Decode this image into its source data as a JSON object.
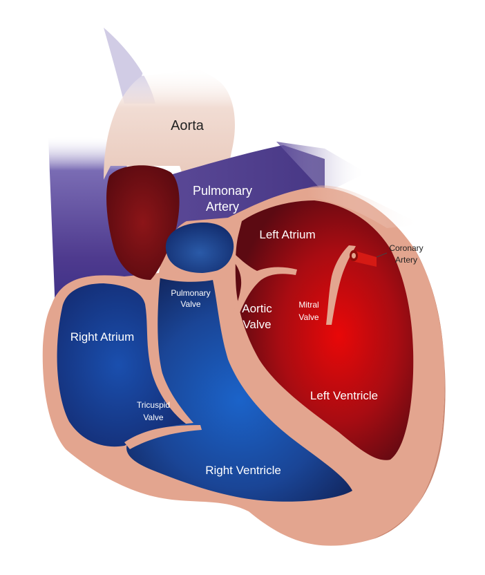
{
  "labels": {
    "aorta": "Aorta",
    "pulmonary_artery_line1": "Pulmonary",
    "pulmonary_artery_line2": "Artery",
    "left_atrium": "Left Atrium",
    "coronary_artery_line1": "Coronary",
    "coronary_artery_line2": "Artery",
    "pulmonary_valve_line1": "Pulmonary",
    "pulmonary_valve_line2": "Valve",
    "aortic_valve_line1": "Aortic",
    "aortic_valve_line2": "Valve",
    "mitral_valve_line1": "Mitral",
    "mitral_valve_line2": "Valve",
    "right_atrium": "Right Atrium",
    "tricuspid_valve_line1": "Tricuspid",
    "tricuspid_valve_line2": "Valve",
    "left_ventricle": "Left Ventricle",
    "right_ventricle": "Right Ventricle"
  },
  "colors": {
    "wall": "#e3a58f",
    "wall_shadow": "#c98670",
    "aorta_wall": "#efd3c8",
    "oxygenated_center": "#e80808",
    "oxygenated_edge": "#5c0a12",
    "deoxygenated_center": "#1b63c9",
    "deoxygenated_edge": "#12265e",
    "vessel_purple": "#4e3a8e",
    "coronary_red": "#d51a14"
  }
}
